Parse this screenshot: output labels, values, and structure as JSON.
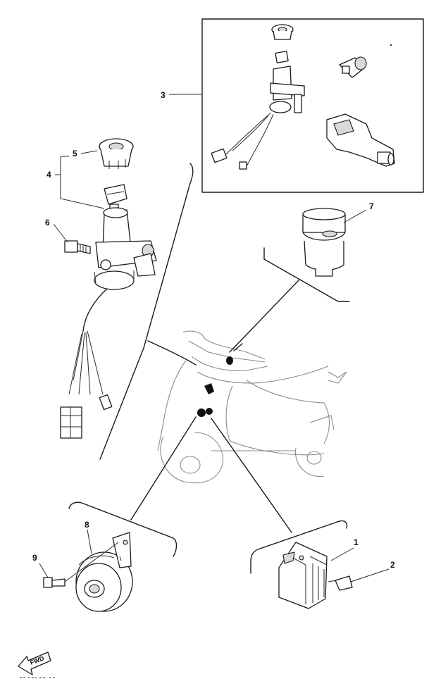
{
  "callouts": {
    "c1": "1",
    "c2": "2",
    "c3": "3",
    "c4": "4",
    "c5": "5",
    "c6": "6",
    "c7": "7",
    "c8": "8",
    "c9": "9"
  },
  "fwd_label": "FWD",
  "icons": [
    "main-switch-icon",
    "key-icon",
    "switch-cover-icon",
    "bolt-icon",
    "relay-icon",
    "horn-icon",
    "rectifier-icon",
    "scooter-icon",
    "fwd-arrow-icon"
  ]
}
